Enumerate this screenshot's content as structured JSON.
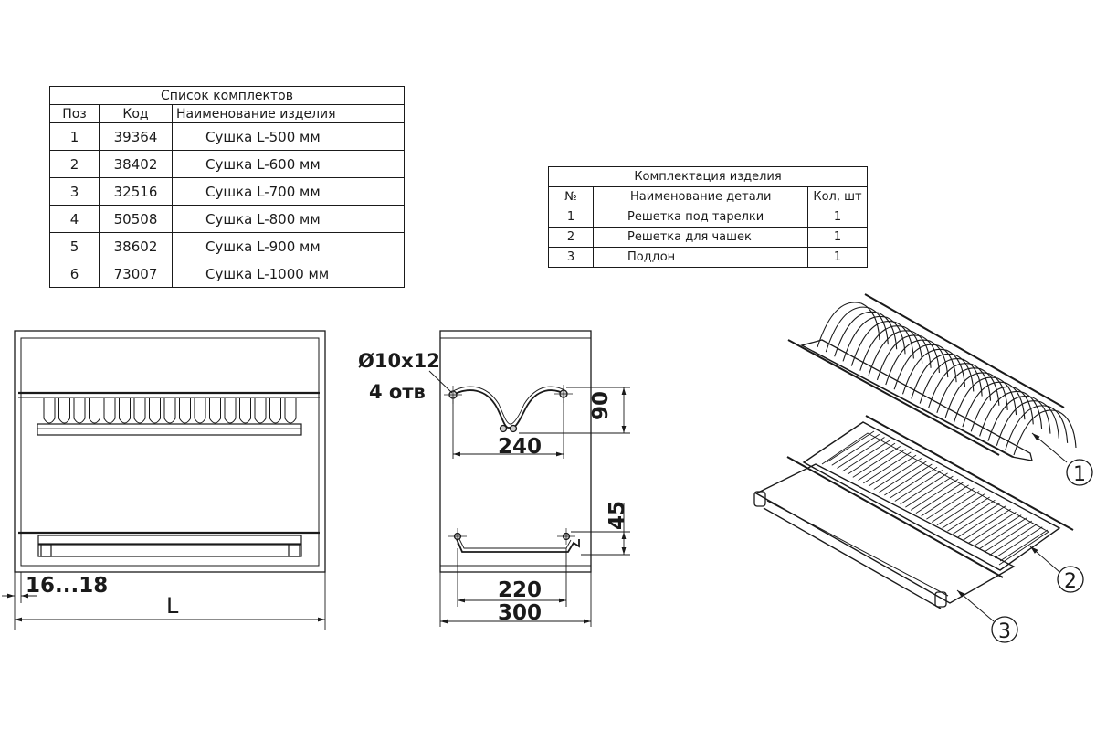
{
  "kits_table": {
    "title": "Список комплектов",
    "headers": [
      "Поз",
      "Код",
      "Наименование изделия"
    ],
    "rows": [
      {
        "pos": "1",
        "code": "39364",
        "name": "Сушка L-500 мм"
      },
      {
        "pos": "2",
        "code": "38402",
        "name": "Сушка L-600 мм"
      },
      {
        "pos": "3",
        "code": "32516",
        "name": "Сушка L-700 мм"
      },
      {
        "pos": "4",
        "code": "50508",
        "name": "Сушка L-800 мм"
      },
      {
        "pos": "5",
        "code": "38602",
        "name": "Сушка L-900 мм"
      },
      {
        "pos": "6",
        "code": "73007",
        "name": "Сушка L-1000 мм"
      }
    ]
  },
  "set_table": {
    "title": "Комплектация изделия",
    "headers": [
      "№",
      "Наименование детали",
      "Кол, шт"
    ],
    "rows": [
      {
        "num": "1",
        "name": "Решетка под тарелки",
        "qty": "1"
      },
      {
        "num": "2",
        "name": "Решетка для чашек",
        "qty": "1"
      },
      {
        "num": "3",
        "name": "Поддон",
        "qty": "1"
      }
    ]
  },
  "front_view": {
    "wall_dim": "16...18",
    "length_dim": "L"
  },
  "side_view": {
    "hole_dim_line1": "Ø10x12",
    "hole_dim_line2": "4 отв",
    "top_width": "240",
    "top_height": "90",
    "tray_height": "45",
    "tray_width": "220",
    "depth": "300"
  },
  "iso_view": {
    "callout_1": "1",
    "callout_2": "2",
    "callout_3": "3"
  }
}
